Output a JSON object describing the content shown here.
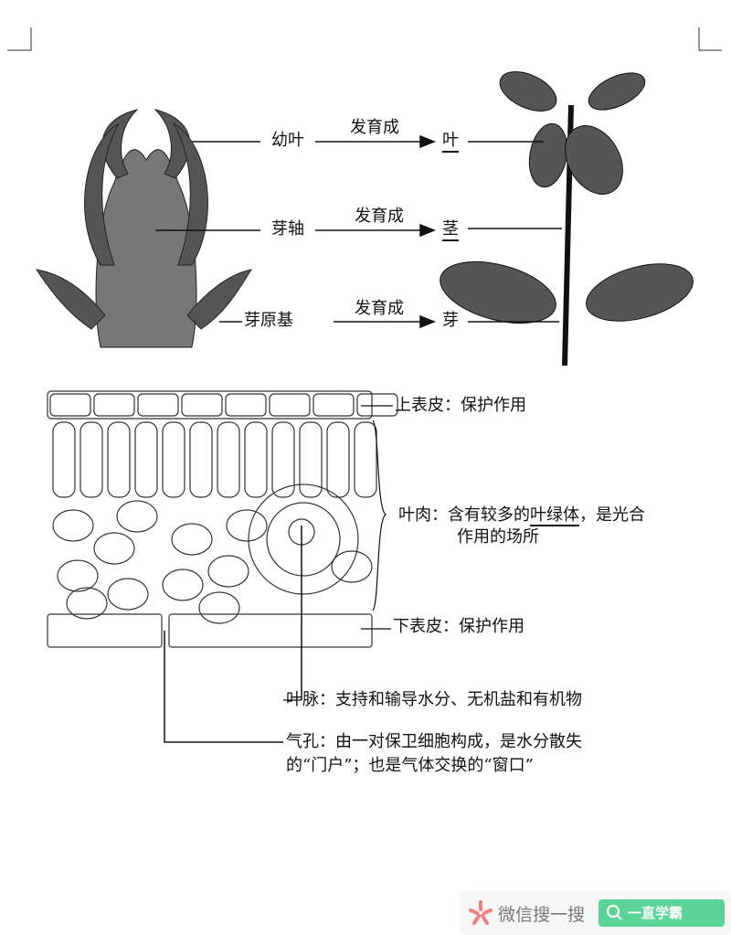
{
  "bud_diagram": {
    "rows": [
      {
        "part": "幼叶",
        "verb": "发育成",
        "result": "叶"
      },
      {
        "part": "芽轴",
        "verb": "发育成",
        "result": "茎"
      },
      {
        "part": "芽原基",
        "verb": "发育成",
        "result": "芽"
      }
    ]
  },
  "leaf_section": {
    "upper_epidermis": "上表皮：保护作用",
    "mesophyll_a": "叶肉：含有较多的",
    "mesophyll_b": "叶绿体",
    "mesophyll_c": "，是光合",
    "mesophyll_line2": "作用的场所",
    "lower_epidermis": "下表皮：保护作用",
    "vein": "叶脉：支持和输导水分、无机盐和有机物",
    "stoma_line1": "气孔：由一对保卫细胞构成，是水分散失",
    "stoma_line2": "的“门户”；也是气体交换的“窗口”"
  },
  "watermark": {
    "search_label": "微信搜一搜",
    "button_label": "一直学霸",
    "accent": "#5dd497",
    "logo_color": "#f07f7f"
  }
}
